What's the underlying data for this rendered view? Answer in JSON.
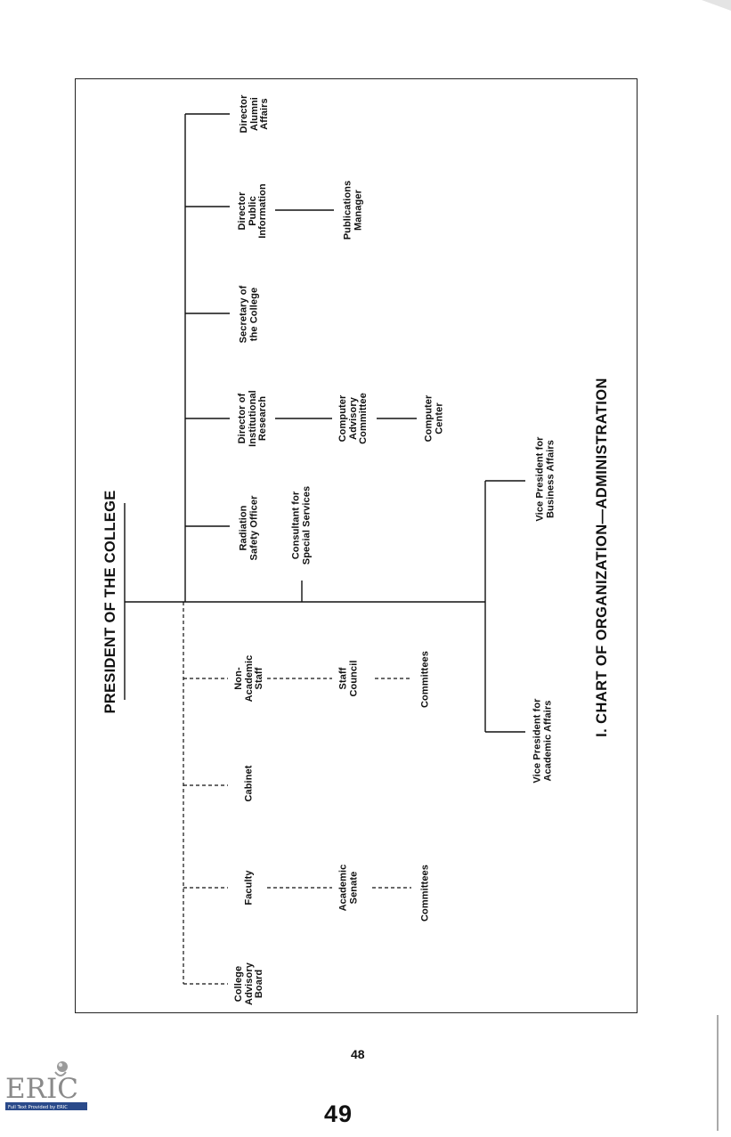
{
  "chart": {
    "title": "PRESIDENT OF THE COLLEGE",
    "caption": "I. CHART OF ORGANIZATION—ADMINISTRATION",
    "nodes": {
      "college_advisory_board": "College\nAdvisory\nBoard",
      "faculty": "Faculty",
      "cabinet": "Cabinet",
      "non_academic_staff": "Non-\nAcademic\nStaff",
      "radiation_safety_officer": "Radiation\nSafety Officer",
      "director_institutional_research": "Director of\nInstitutional\nResearch",
      "secretary_of_the_college": "Secretary of\nthe College",
      "director_public_information": "Director\nPublic\nInformation",
      "director_alumni_affairs": "Director\nAlumni\nAffairs",
      "academic_senate": "Academic\nSenate",
      "staff_council": "Staff\nCouncil",
      "consultant_special_services": "Consultant for\nSpecial Services",
      "computer_advisory_committee": "Computer\nAdvisory\nCommittee",
      "publications_manager": "Publications\nManager",
      "committees_senate": "Committees",
      "committees_staff": "Committees",
      "computer_center": "Computer\nCenter",
      "vp_academic_affairs": "Vice President for\nAcademic Affairs",
      "vp_business_affairs": "Vice President for\nBusiness Affairs"
    }
  },
  "page": {
    "page_number": "48",
    "stamp_number": "49",
    "logo_text": "ERIC",
    "logo_tagline": "Full Text Provided by ERIC"
  }
}
